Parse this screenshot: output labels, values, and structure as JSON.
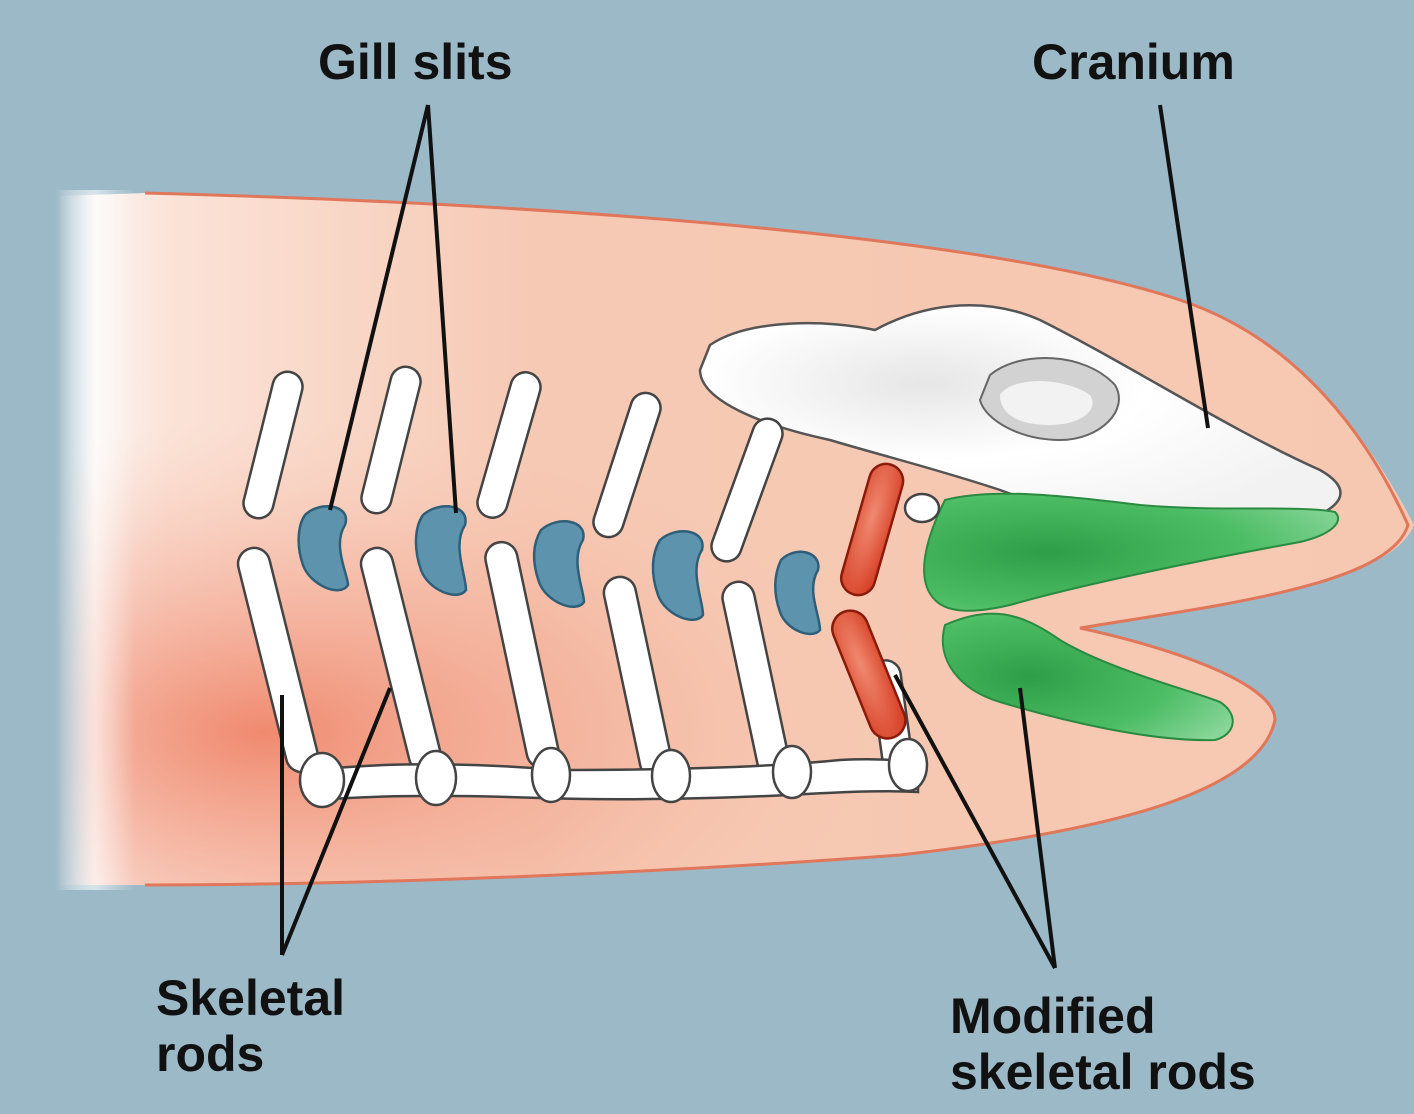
{
  "labels": {
    "gill_slits": "Gill slits",
    "cranium": "Cranium",
    "skeletal_rods": [
      "Skeletal",
      "rods"
    ],
    "modified_skeletal_rods": [
      "Modified",
      "skeletal rods"
    ]
  },
  "colors": {
    "background": "#9cb9c8",
    "body": "#f6c2ac",
    "body_outline": "#e0765a",
    "rod_fill": "#ffffff",
    "gill_slit": "#5e93ae",
    "modified_rod": "#d73c28",
    "jaw": "#3fb45a",
    "cranium": "#f4f4f4",
    "leader_line": "#111111"
  }
}
